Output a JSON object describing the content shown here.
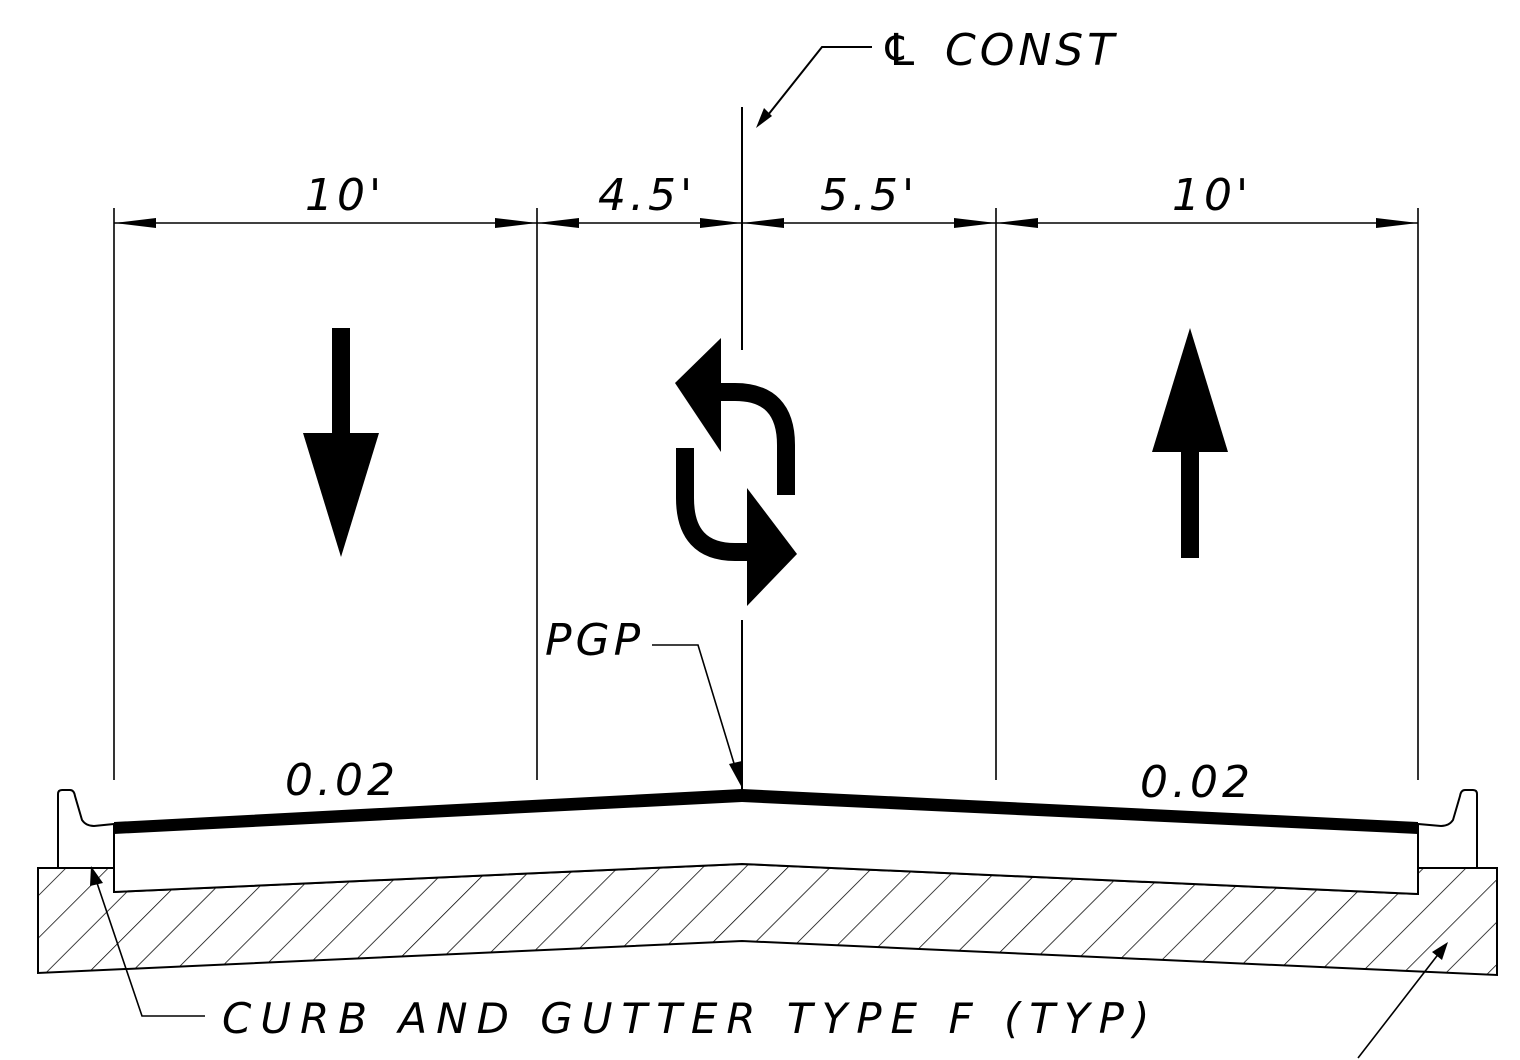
{
  "centerline": {
    "symbol": "℄",
    "label": "CONST"
  },
  "dimensions": {
    "left_lane": "10'",
    "left_turn_half": "4.5'",
    "right_turn_half": "5.5'",
    "right_lane": "10'"
  },
  "slopes": {
    "left": "0.02",
    "right": "0.02"
  },
  "callouts": {
    "pgp": "PGP",
    "curb": "CURB AND GUTTER TYPE F (TYP)"
  },
  "arrows": {
    "left_lane": "down-arrow-icon",
    "center_lane": "two-way-left-turn-icon",
    "right_lane": "up-arrow-icon"
  }
}
